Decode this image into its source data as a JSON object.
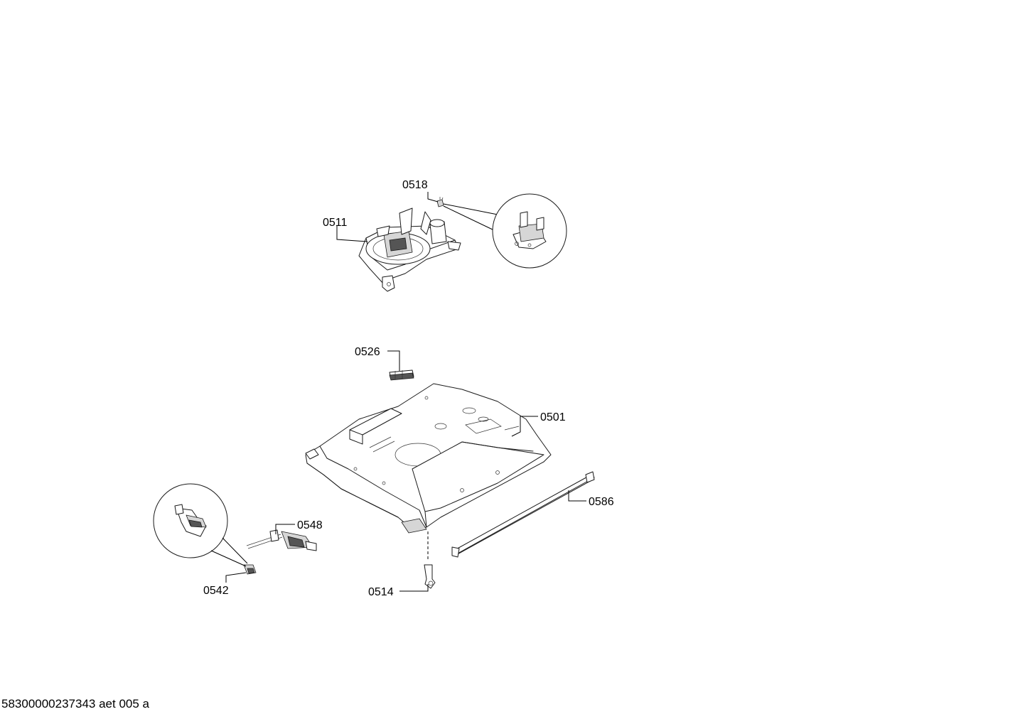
{
  "parts": [
    {
      "id": "p0518",
      "number": "0518"
    },
    {
      "id": "p0511",
      "number": "0511"
    },
    {
      "id": "p0526",
      "number": "0526"
    },
    {
      "id": "p0501",
      "number": "0501"
    },
    {
      "id": "p0586",
      "number": "0586"
    },
    {
      "id": "p0548",
      "number": "0548"
    },
    {
      "id": "p0542",
      "number": "0542"
    },
    {
      "id": "p0514",
      "number": "0514"
    }
  ],
  "footer": {
    "drawing_id": "58300000237343 aet 005 a"
  }
}
